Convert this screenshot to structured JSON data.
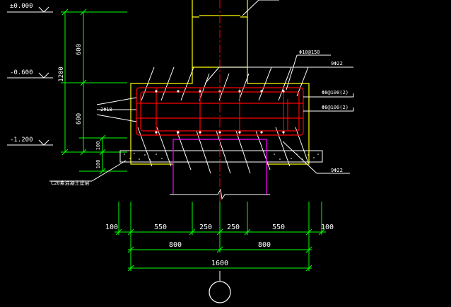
{
  "elevations": {
    "top": "±0.000",
    "mid": "-0.600",
    "bottom": "-1.200"
  },
  "vertical_dims": {
    "upper": "600",
    "lower": "600",
    "total": "1200",
    "cushion": "100",
    "below": "100"
  },
  "rebar_labels": {
    "stirrup_column": "Φ10@150",
    "top_bars": "9Φ22",
    "stirrup_outer": "Φ8@100(2)",
    "stirrup_inner": "Φ8@100(2)",
    "side_bars": "2Φ18",
    "bottom_bars": "9Φ22"
  },
  "cushion_label": "C20素混凝土垫层",
  "horizontal_dims": {
    "row1": [
      "100",
      "550",
      "250",
      "250",
      "550",
      "100"
    ],
    "row2": [
      "800",
      "800"
    ],
    "row3": "1600"
  },
  "colors": {
    "background": "#000000",
    "dimension": "#00ff00",
    "outline": "#ffff00",
    "rebar": "#ff0000",
    "hatch": "#ffffff",
    "column": "#ff00ff",
    "centerline": "#ff0000"
  }
}
